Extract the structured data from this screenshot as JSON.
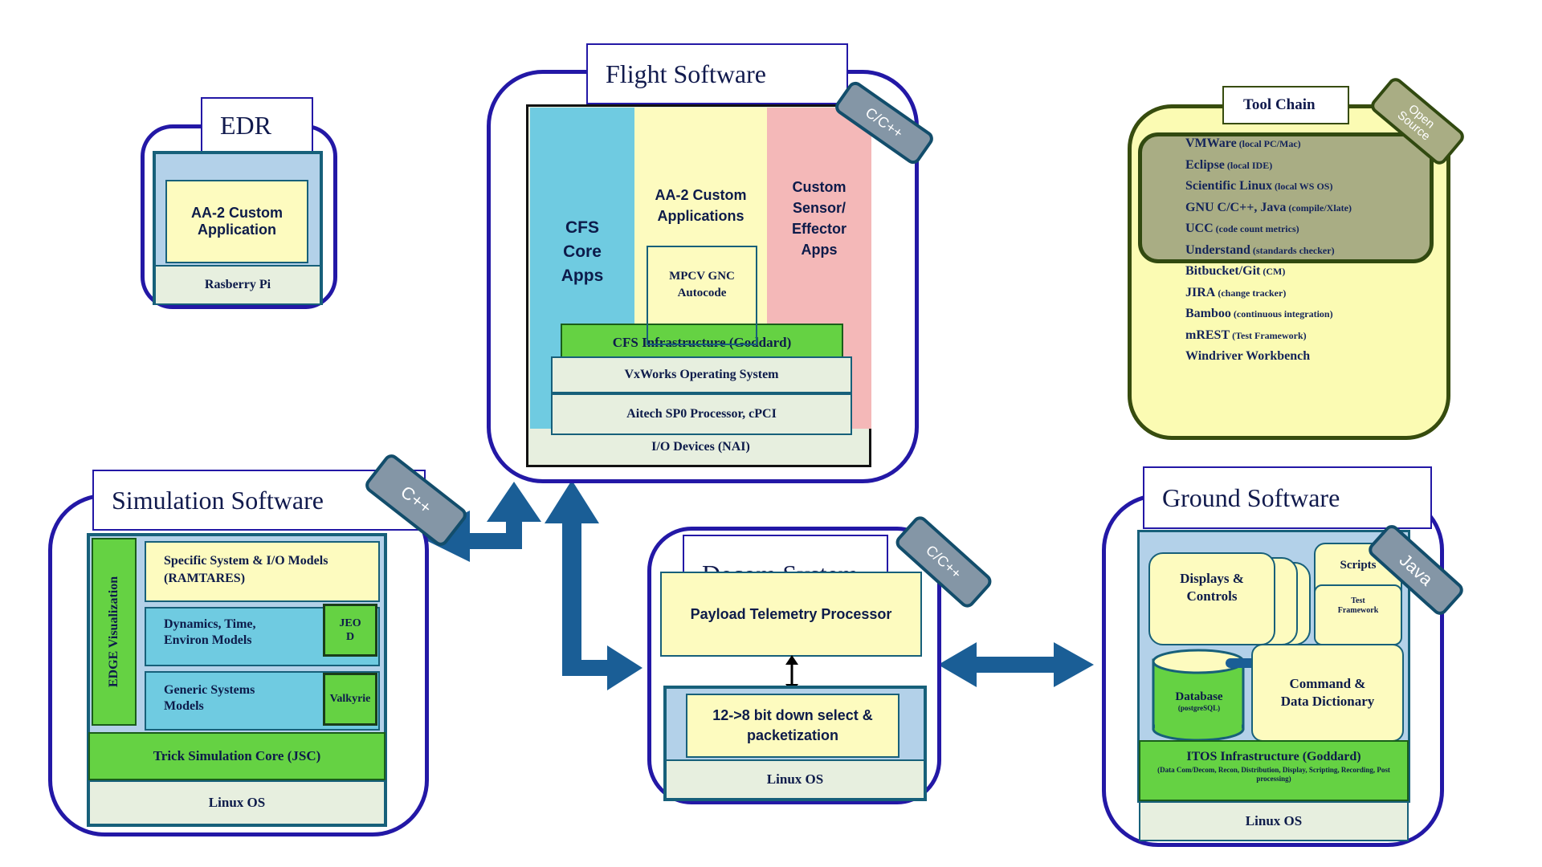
{
  "edr": {
    "title": "EDR",
    "app": "AA-2 Custom Application",
    "platform": "Rasberry Pi"
  },
  "flight": {
    "title": "Flight Software",
    "tag": "C/C++",
    "cfs_core": "CFS Core Apps",
    "aa2_apps": "AA-2 Custom Applications",
    "mpcv": "MPCV GNC Autocode",
    "custom_sensor": "Custom Sensor/ Effector Apps",
    "cfs_infra": "CFS Infrastructure (Goddard)",
    "vxworks": "VxWorks Operating System",
    "processor": "Aitech SP0 Processor, cPCI",
    "io_devices": "I/O Devices (NAI)"
  },
  "toolchain": {
    "title": "Tool Chain",
    "tag": "Open Source",
    "items": [
      {
        "name": "VMWare",
        "note": "(local PC/Mac)"
      },
      {
        "name": "Eclipse",
        "note": "(local IDE)"
      },
      {
        "name": "Scientific Linux",
        "note": "(local WS OS)"
      },
      {
        "name": "GNU C/C++, Java",
        "note": "(compile/Xlate)"
      },
      {
        "name": "UCC",
        "note": "(code count metrics)"
      },
      {
        "name": "Understand",
        "note": "(standards checker)"
      },
      {
        "name": "Bitbucket/Git",
        "note": "(CM)"
      },
      {
        "name": "JIRA",
        "note": "(change tracker)"
      },
      {
        "name": "Bamboo",
        "note": "(continuous integration)"
      },
      {
        "name": "mREST",
        "note": "(Test Framework)"
      },
      {
        "name": "Windriver Workbench",
        "note": ""
      }
    ]
  },
  "simulation": {
    "title": "Simulation Software",
    "tag": "C++",
    "edge": "EDGE Visualization",
    "specific": "Specific System & I/O Models (RAMTARES)",
    "dynamics": "Dynamics, Time, Environ Models",
    "jeod": "JEO D",
    "generic": "Generic Systems Models",
    "valkyrie": "Valkyrie",
    "trick": "Trick Simulation Core (JSC)",
    "os": "Linux OS"
  },
  "decom": {
    "title": "Decom System",
    "tag": "C/C++",
    "processor": "Payload Telemetry Processor",
    "downselect": "12->8 bit down select & packetization",
    "os": "Linux OS"
  },
  "ground": {
    "title": "Ground Software",
    "tag": "Java",
    "displays": "Displays & Controls",
    "scripts": "Scripts",
    "test_framework": "Test Framework",
    "database": "Database",
    "database_sub": "(postgreSQL)",
    "cmd_dict": "Command & Data Dictionary",
    "itos": "ITOS Infrastructure (Goddard)",
    "itos_sub": "(Data Com/Decom, Recon, Distribution, Display, Scripting, Recording, Post processing)",
    "os": "Linux OS"
  },
  "colors": {
    "frame": "#2318a6",
    "arrow": "#1a5e96",
    "panel": "#b3d1e9",
    "green": "#65d243",
    "yellow": "#fdfbbf",
    "toolchain_bg": "#fbfbb3",
    "toolchain_inner": "#a9ad84"
  }
}
